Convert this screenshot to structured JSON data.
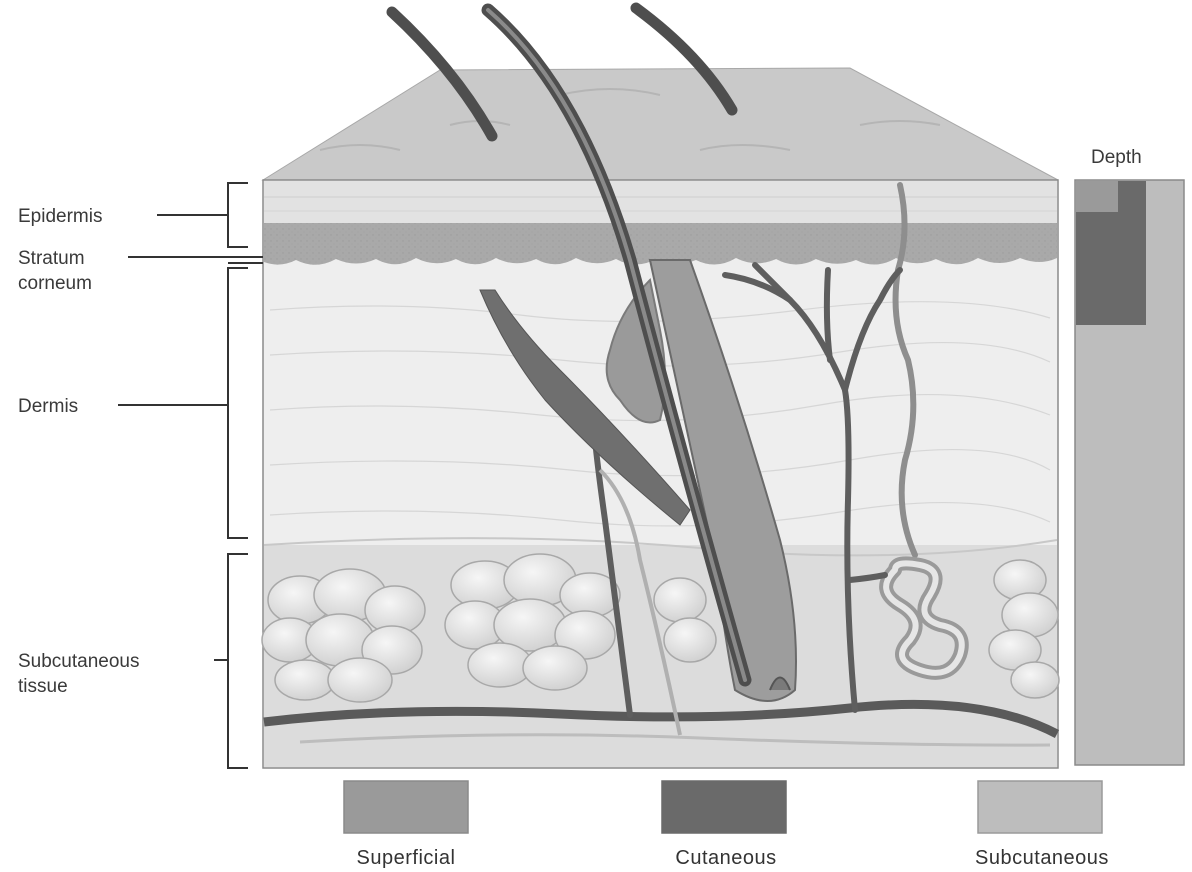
{
  "labels": {
    "epidermis": "Epidermis",
    "stratum_line1": "Stratum",
    "stratum_line2": "corneum",
    "dermis": "Dermis",
    "subcutaneous_line1": "Subcutaneous",
    "subcutaneous_line2": "tissue"
  },
  "depth_bar": {
    "title": "Depth"
  },
  "legend": [
    {
      "label": "Superficial",
      "color": "#9a9a9a"
    },
    {
      "label": "Cutaneous",
      "color": "#6a6a6a"
    },
    {
      "label": "Subcutaneous",
      "color": "#bdbdbd"
    }
  ]
}
